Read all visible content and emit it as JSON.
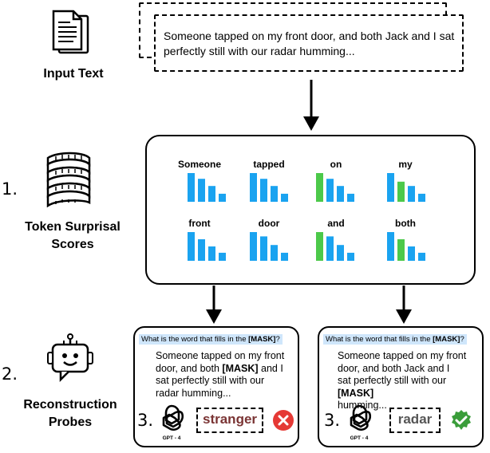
{
  "input": {
    "text": "Someone tapped on my front door, and both Jack and I sat perfectly still with our radar humming...",
    "label": "Input Text"
  },
  "steps": {
    "one": "1.",
    "two": "2."
  },
  "surprisal": {
    "label_line1": "Token Surprisal",
    "label_line2": "Scores",
    "tokens": [
      {
        "word": "Someone",
        "first_color": "#1aa3f0",
        "bars": [
          1.0,
          0.8,
          0.55,
          0.28
        ]
      },
      {
        "word": "tapped",
        "first_color": "#1aa3f0",
        "bars": [
          1.0,
          0.8,
          0.55,
          0.28
        ]
      },
      {
        "word": "on",
        "first_color": "#4cc94a",
        "bars": [
          1.0,
          0.8,
          0.55,
          0.28
        ]
      },
      {
        "word": "my",
        "first_color": "#1aa3f0",
        "bars": [
          1.0,
          0.7,
          0.55,
          0.28
        ],
        "second_color": "#4cc94a"
      },
      {
        "word": "front",
        "first_color": "#1aa3f0",
        "bars": [
          1.0,
          0.75,
          0.5,
          0.28
        ]
      },
      {
        "word": "door",
        "first_color": "#1aa3f0",
        "bars": [
          1.0,
          0.85,
          0.55,
          0.28
        ]
      },
      {
        "word": "and",
        "first_color": "#4cc94a",
        "bars": [
          1.0,
          0.85,
          0.55,
          0.28
        ]
      },
      {
        "word": "both",
        "first_color": "#1aa3f0",
        "bars": [
          1.0,
          0.75,
          0.5,
          0.28
        ],
        "second_color": "#4cc94a"
      }
    ]
  },
  "probes": {
    "label_line1": "Reconstruction",
    "label_line2": "Probes",
    "question_prefix": "What is the word that fills in the ",
    "question_mask": "[MASK]",
    "question_suffix": "?",
    "left": {
      "p1": "Someone tapped on my front",
      "p2a": "door, and both ",
      "p2b": "[MASK]",
      "p2c": " and I",
      "p3": "sat perfectly still with our",
      "p4": "radar humming...",
      "step": "3.",
      "model": "GPT - 4",
      "answer": "stranger",
      "answer_color": "#7a3434",
      "verdict": "incorrect",
      "verdict_color": "#e53935"
    },
    "right": {
      "p1": "Someone tapped on my front",
      "p2": "door, and both Jack and I",
      "p3a": "sat perfectly still with our ",
      "p3b": "[MASK]",
      "p4": "humming...",
      "step": "3.",
      "model": "GPT - 4",
      "answer": "radar",
      "answer_color": "#555555",
      "verdict": "correct",
      "verdict_color": "#3a9d3a"
    }
  }
}
